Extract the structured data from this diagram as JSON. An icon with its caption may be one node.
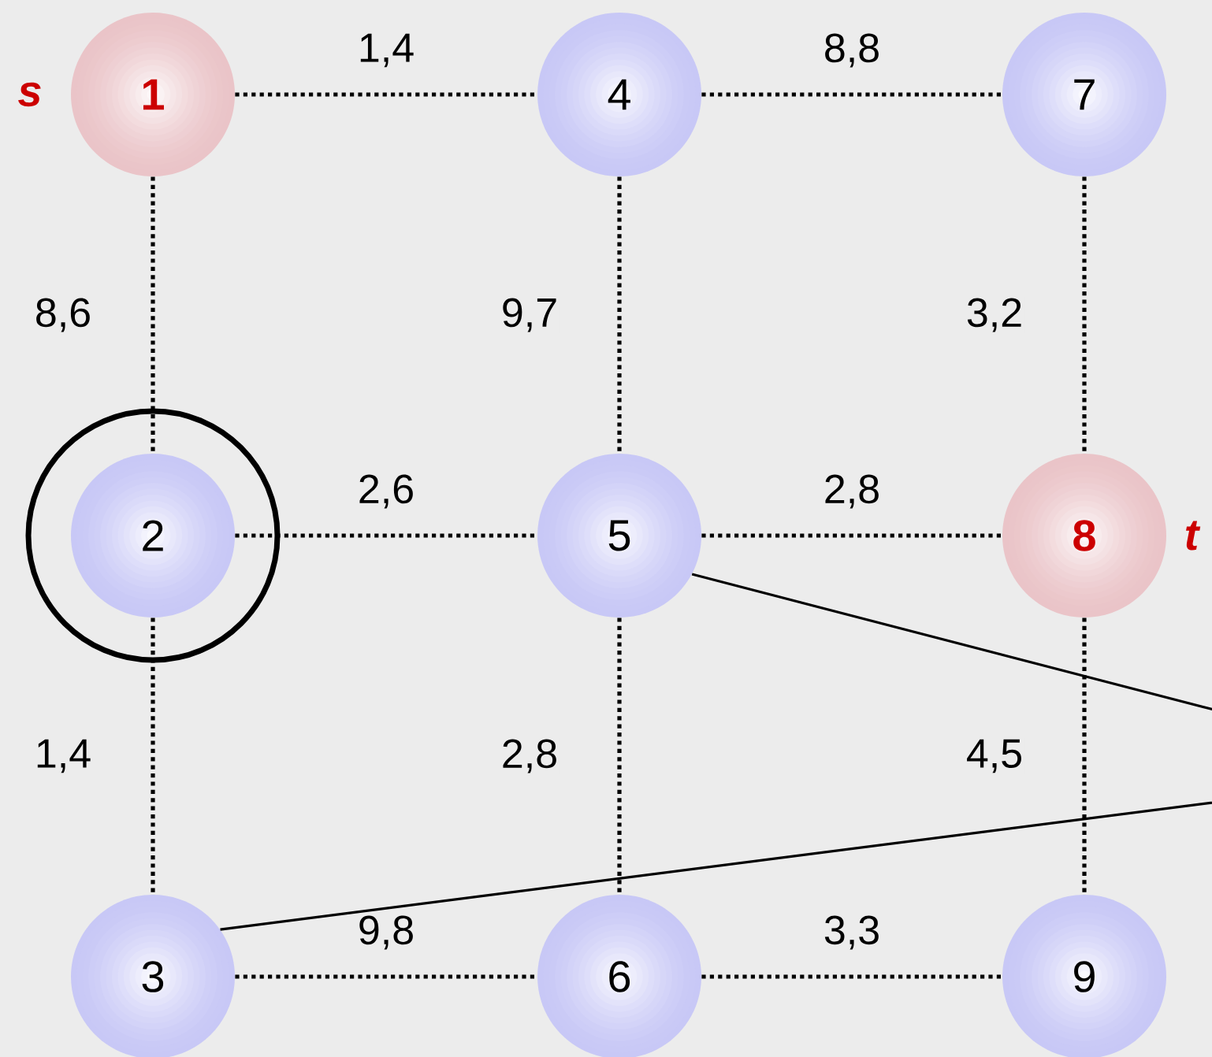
{
  "diagram": {
    "nodes": [
      {
        "text": [
          "1"
        ],
        "beside": [
          "s"
        ]
      },
      {
        "text": [
          "4"
        ]
      },
      {
        "text": [
          "7"
        ]
      },
      {
        "text": [],
        "shape": "circle"
      },
      {
        "text": [
          "2"
        ],
        "in": 3
      },
      {
        "text": [
          "5"
        ]
      },
      {
        "text": [
          "8"
        ],
        "beside": [
          "t"
        ]
      },
      {
        "text": [
          "3"
        ]
      },
      {
        "text": [
          "6"
        ]
      },
      {
        "text": [
          "9"
        ]
      }
    ],
    "edges": [
      {
        "from": 0,
        "to": 1,
        "arrow": "none",
        "label": "1,4",
        "style": "dashed"
      },
      {
        "from": 1,
        "to": 2,
        "arrow": "none",
        "label": "8,8",
        "style": "dashed"
      },
      {
        "from": 0,
        "to": 4,
        "arrow": "none",
        "label": "8,6",
        "style": "dashed"
      },
      {
        "from": 1,
        "to": 5,
        "arrow": "none",
        "label": "9,7",
        "style": "dashed"
      },
      {
        "from": 2,
        "to": 6,
        "arrow": "none",
        "label": "3,2",
        "style": "dashed"
      },
      {
        "from": 4,
        "to": 5,
        "arrow": "none",
        "label": "2,6",
        "style": "dashed"
      },
      {
        "from": 5,
        "to": 6,
        "arrow": "none",
        "label": "2,8",
        "style": "dashed"
      },
      {
        "from": 4,
        "to": 7,
        "arrow": "none",
        "label": "1,4",
        "style": "dashed"
      },
      {
        "from": 5,
        "to": 8,
        "arrow": "none",
        "label": "2,8",
        "style": "dashed"
      },
      {
        "from": 6,
        "to": 9,
        "arrow": "none",
        "label": "4,5",
        "style": "dashed"
      },
      {
        "from": 7,
        "to": 8,
        "arrow": "none",
        "label": "9,8",
        "style": "dashed"
      },
      {
        "from": 8,
        "to": 9,
        "arrow": "none",
        "label": "3,3",
        "style": "dashed"
      },
      {
        "from": 5,
        "to": 7,
        "arrow": "none"
      }
    ]
  }
}
